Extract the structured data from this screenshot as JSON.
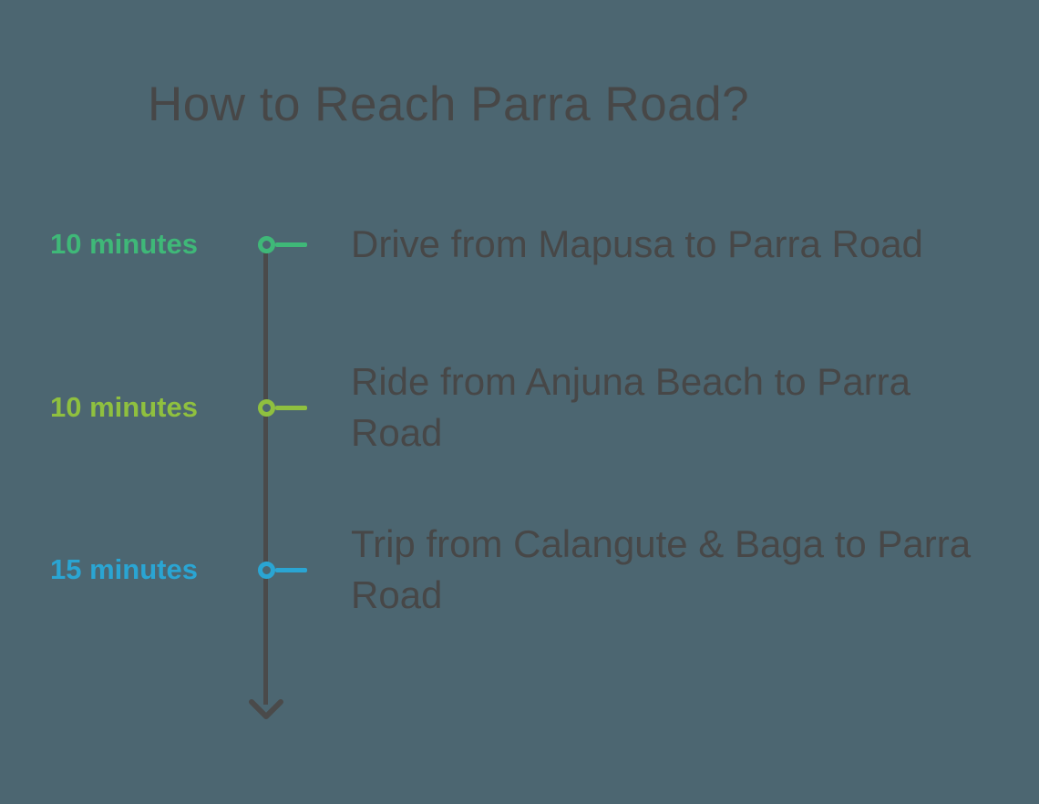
{
  "page": {
    "title": "How to Reach Parra Road?",
    "background_color": "#4C6671",
    "text_color": "#474747",
    "line_color": "#4A4A4A"
  },
  "timeline": {
    "arrow_icon": "arrow-down",
    "marker_icon": "ring-with-tick",
    "items": [
      {
        "duration": "10 minutes",
        "accent_color": "#3FB878",
        "description": "Drive from Mapusa to Parra Road"
      },
      {
        "duration": "10 minutes",
        "accent_color": "#8FC03F",
        "description": "Ride from Anjuna Beach to Parra Road"
      },
      {
        "duration": "15 minutes",
        "accent_color": "#2AA5D3",
        "description": "Trip from Calangute & Baga to Parra Road"
      }
    ]
  }
}
